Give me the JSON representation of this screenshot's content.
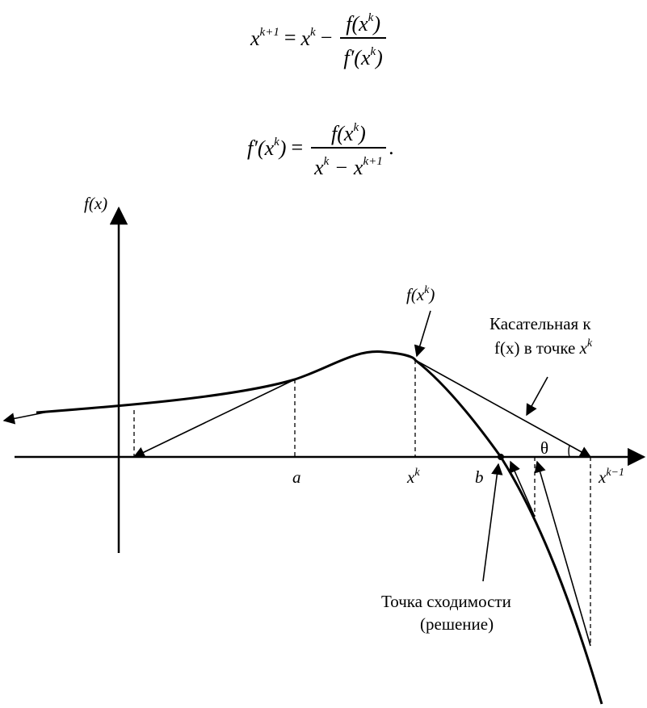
{
  "formulas": {
    "newton_update": {
      "lhs": "x",
      "lhs_sup": "k+1",
      "eq": "=",
      "term": "x",
      "term_sup": "k",
      "minus": "−",
      "num": "f(x",
      "num_sup": "k",
      "num_close": ")",
      "den": "f′(x",
      "den_sup": "k",
      "den_close": ")"
    },
    "derivative": {
      "lhs": "f′(x",
      "lhs_sup": "k",
      "lhs_close": ")",
      "eq": "=",
      "num": "f(x",
      "num_sup": "k",
      "num_close": ")",
      "den_a": "x",
      "den_a_sup": "k",
      "den_minus": " − ",
      "den_b": "x",
      "den_b_sup": "k+1",
      "tail": "."
    }
  },
  "diagram": {
    "y_axis_label": "f(x)",
    "label_fxk": "f(x",
    "label_fxk_sup": "k",
    "label_fxk_close": ")",
    "tangent_label_line1": "Касательная к",
    "tangent_label_line2_a": "f(x) в точке ",
    "tangent_label_line2_x": "x",
    "tangent_label_line2_sup": "k",
    "x_label_a": "a",
    "x_label_xk": "x",
    "x_label_xk_sup": "k",
    "x_label_b": "b",
    "x_label_xk1": "x",
    "x_label_xk1_sup": "k−1",
    "theta": "θ",
    "convergence_line1": "Точка сходимости",
    "convergence_line2": "(решение)"
  },
  "colors": {
    "ink": "#000000",
    "background": "#ffffff"
  }
}
